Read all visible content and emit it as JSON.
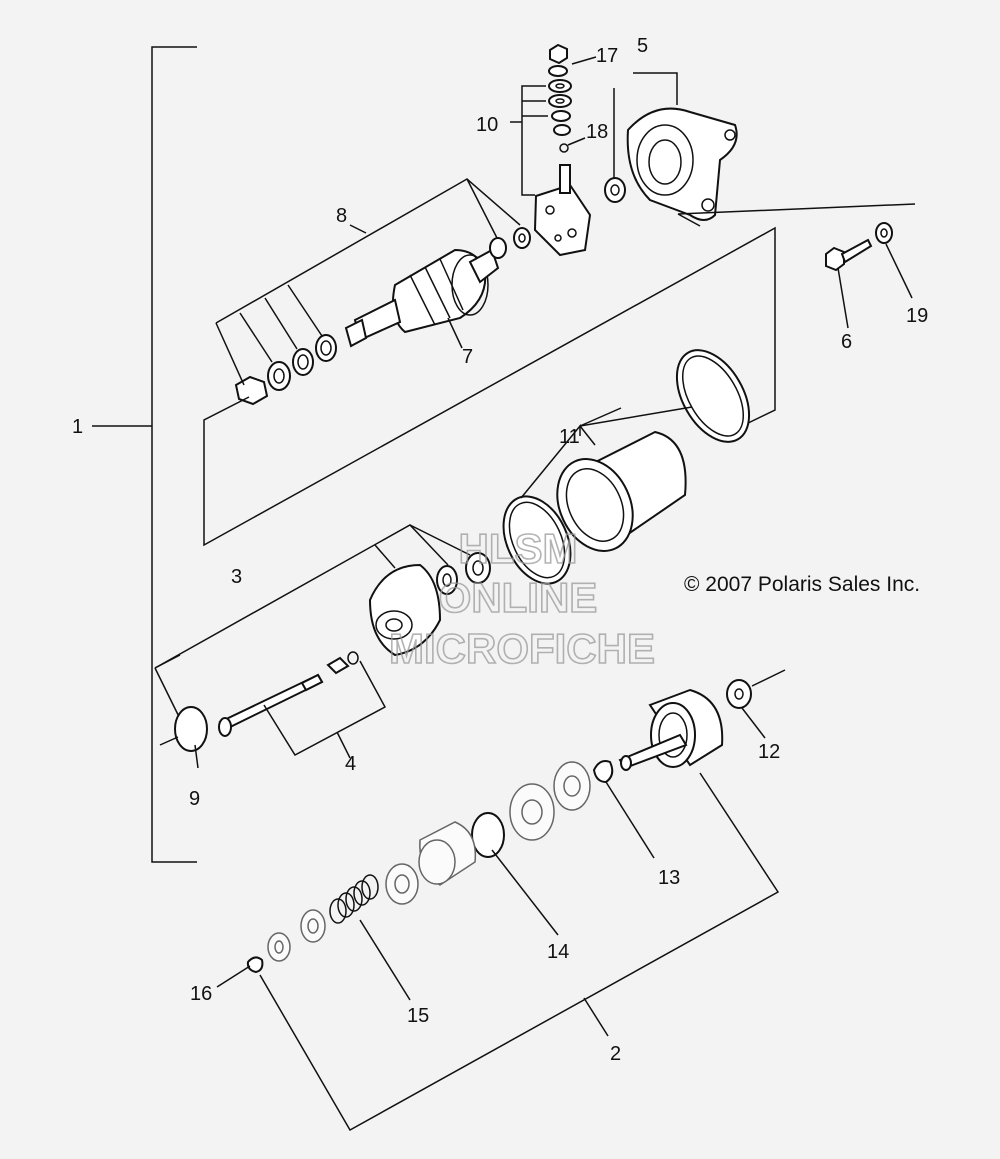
{
  "diagram": {
    "callouts": {
      "c1": "1",
      "c2": "2",
      "c3": "3",
      "c4": "4",
      "c5": "5",
      "c6": "6",
      "c7": "7",
      "c8": "8",
      "c9": "9",
      "c10": "10",
      "c11": "11",
      "c12": "12",
      "c13": "13",
      "c14": "14",
      "c15": "15",
      "c16": "16",
      "c17": "17",
      "c18": "18",
      "c19": "19"
    },
    "copyright": "© 2007 Polaris Sales Inc.",
    "watermark": {
      "line1": "HLSM",
      "line2": "ONLINE",
      "line3": "MICROFICHE"
    }
  }
}
